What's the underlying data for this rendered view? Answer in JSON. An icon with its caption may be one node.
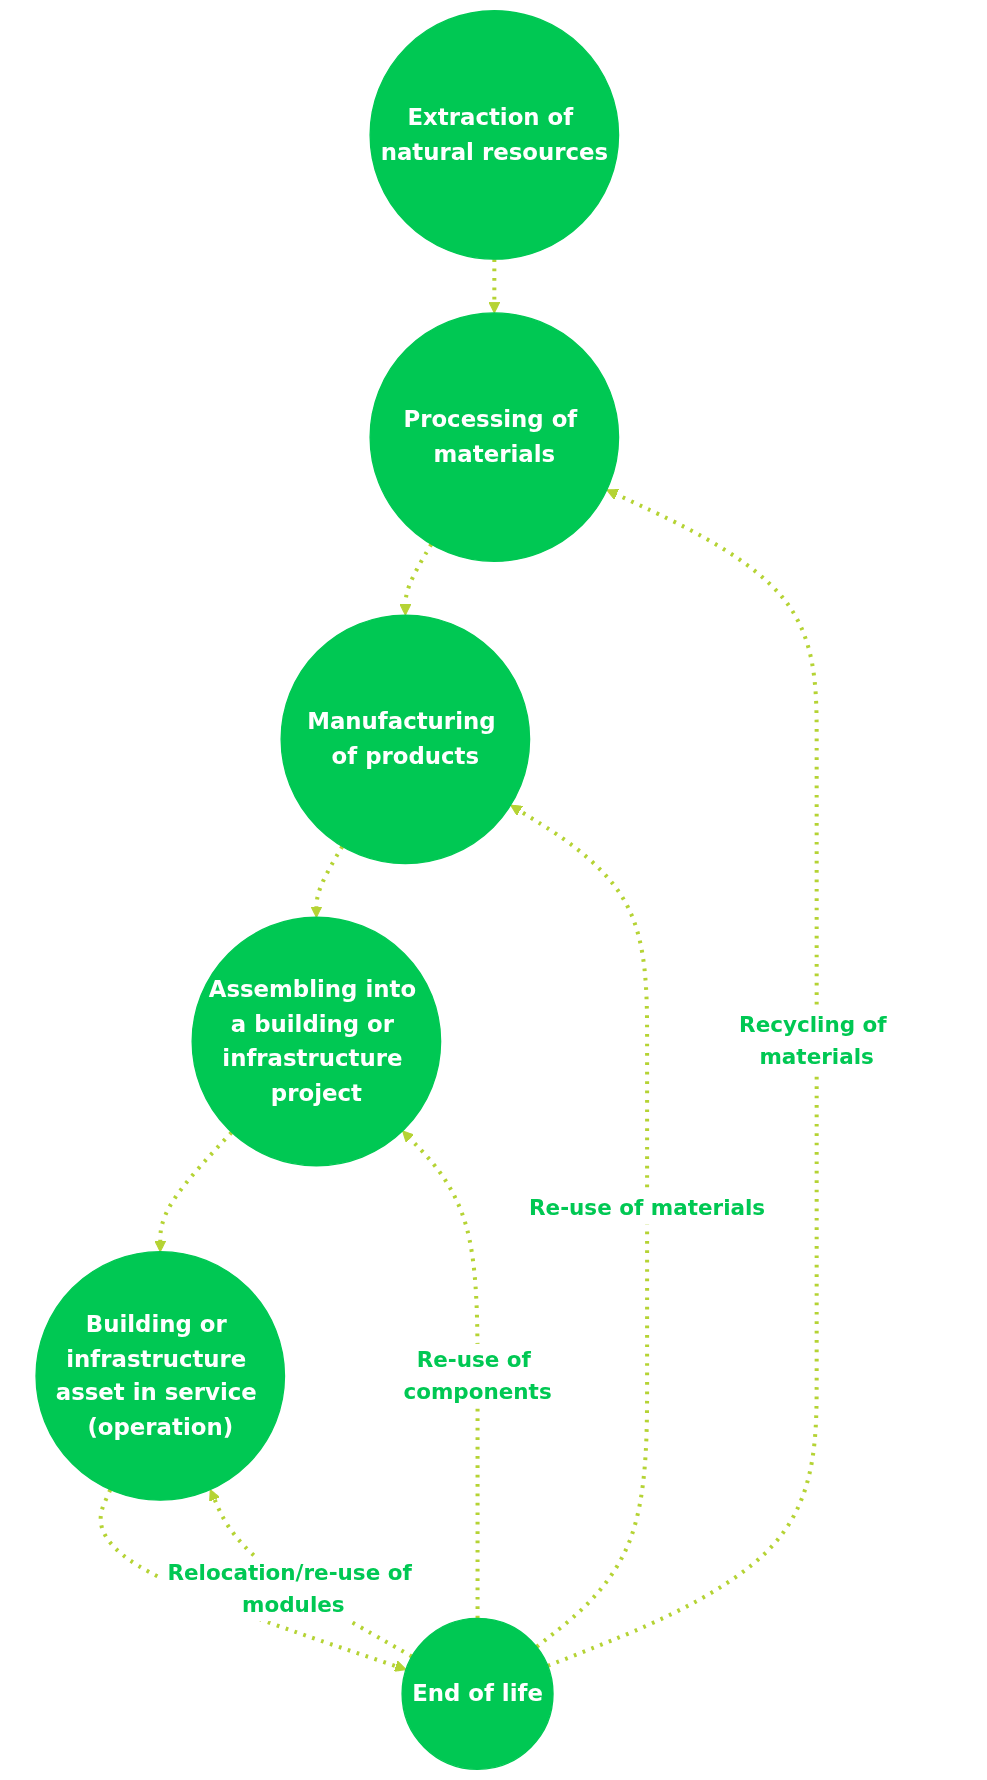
{
  "diagram": {
    "nodes": [
      {
        "text": [
          "Extraction of natural resources"
        ]
      },
      {
        "text": [
          "Processing of materials"
        ]
      },
      {
        "text": [
          "Manufacturing of products"
        ]
      },
      {
        "text": [
          "Assembling into a building or infrastructure project"
        ]
      },
      {
        "text": [
          "Building or infrastructure asset in service (operation)"
        ]
      },
      {
        "text": [
          "End of life"
        ]
      }
    ],
    "edges": [
      {
        "from": 0,
        "to": 1,
        "arrow": "to",
        "style": "dashed"
      },
      {
        "from": 1,
        "to": 2,
        "arrow": "to",
        "style": "dashed"
      },
      {
        "from": 2,
        "to": 3,
        "arrow": "to",
        "style": "dashed"
      },
      {
        "from": 3,
        "to": 4,
        "arrow": "to",
        "style": "dashed"
      },
      {
        "from": 4,
        "to": 5,
        "arrow": "to",
        "style": "dashed"
      },
      {
        "from": 5,
        "to": 1,
        "arrow": "to",
        "style": "dashed",
        "label": "Recycling of materials"
      },
      {
        "from": 5,
        "to": 2,
        "arrow": "to",
        "style": "dashed",
        "label": "Re-use of materials"
      },
      {
        "from": 5,
        "to": 3,
        "arrow": "to",
        "style": "dashed",
        "label": "Re-use of components"
      },
      {
        "from": 5,
        "to": 4,
        "arrow": "to",
        "style": "dashed",
        "label": "Relocation/re-use of modules"
      }
    ]
  }
}
